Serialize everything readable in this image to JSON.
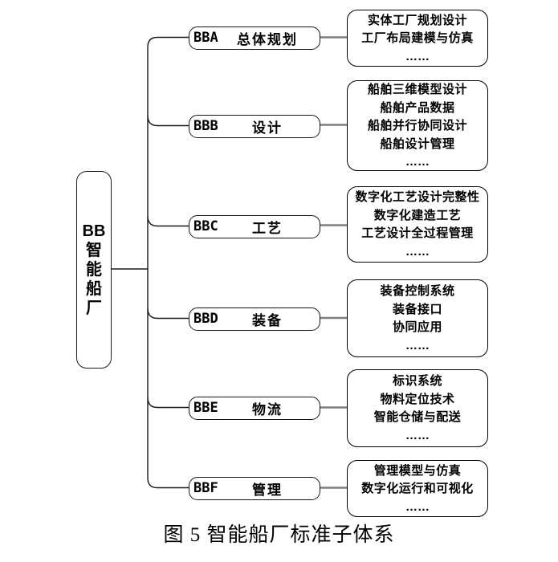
{
  "root": {
    "lines": [
      "BB",
      "智",
      "能",
      "船",
      "厂"
    ],
    "code": "BB",
    "name": "智能船厂"
  },
  "branches": [
    {
      "code": "BBA",
      "name": "总体规划",
      "details": [
        "实体工厂规划设计",
        "工厂布局建模与仿真",
        "……"
      ]
    },
    {
      "code": "BBB",
      "name": "设计",
      "details": [
        "船舶三维模型设计",
        "船舶产品数据",
        "船舶并行协同设计",
        "船舶设计管理",
        "……"
      ]
    },
    {
      "code": "BBC",
      "name": "工艺",
      "details": [
        "数字化工艺设计完整性",
        "数字化建造工艺",
        "工艺设计全过程管理",
        "……"
      ]
    },
    {
      "code": "BBD",
      "name": "装备",
      "details": [
        "装备控制系统",
        "装备接口",
        "协同应用",
        "……"
      ]
    },
    {
      "code": "BBE",
      "name": "物流",
      "details": [
        "标识系统",
        "物料定位技术",
        "智能仓储与配送",
        "……"
      ]
    },
    {
      "code": "BBF",
      "name": "管理",
      "details": [
        "管理模型与仿真",
        "数字化运行和可视化",
        "……"
      ]
    }
  ],
  "caption": "图 5 智能船厂标准子体系",
  "colors": {
    "background": "#ffffff",
    "text": "#000000",
    "box_border": "#000000",
    "tree_line": "#1a1a1a",
    "stub_line": "#7f7f7f"
  }
}
